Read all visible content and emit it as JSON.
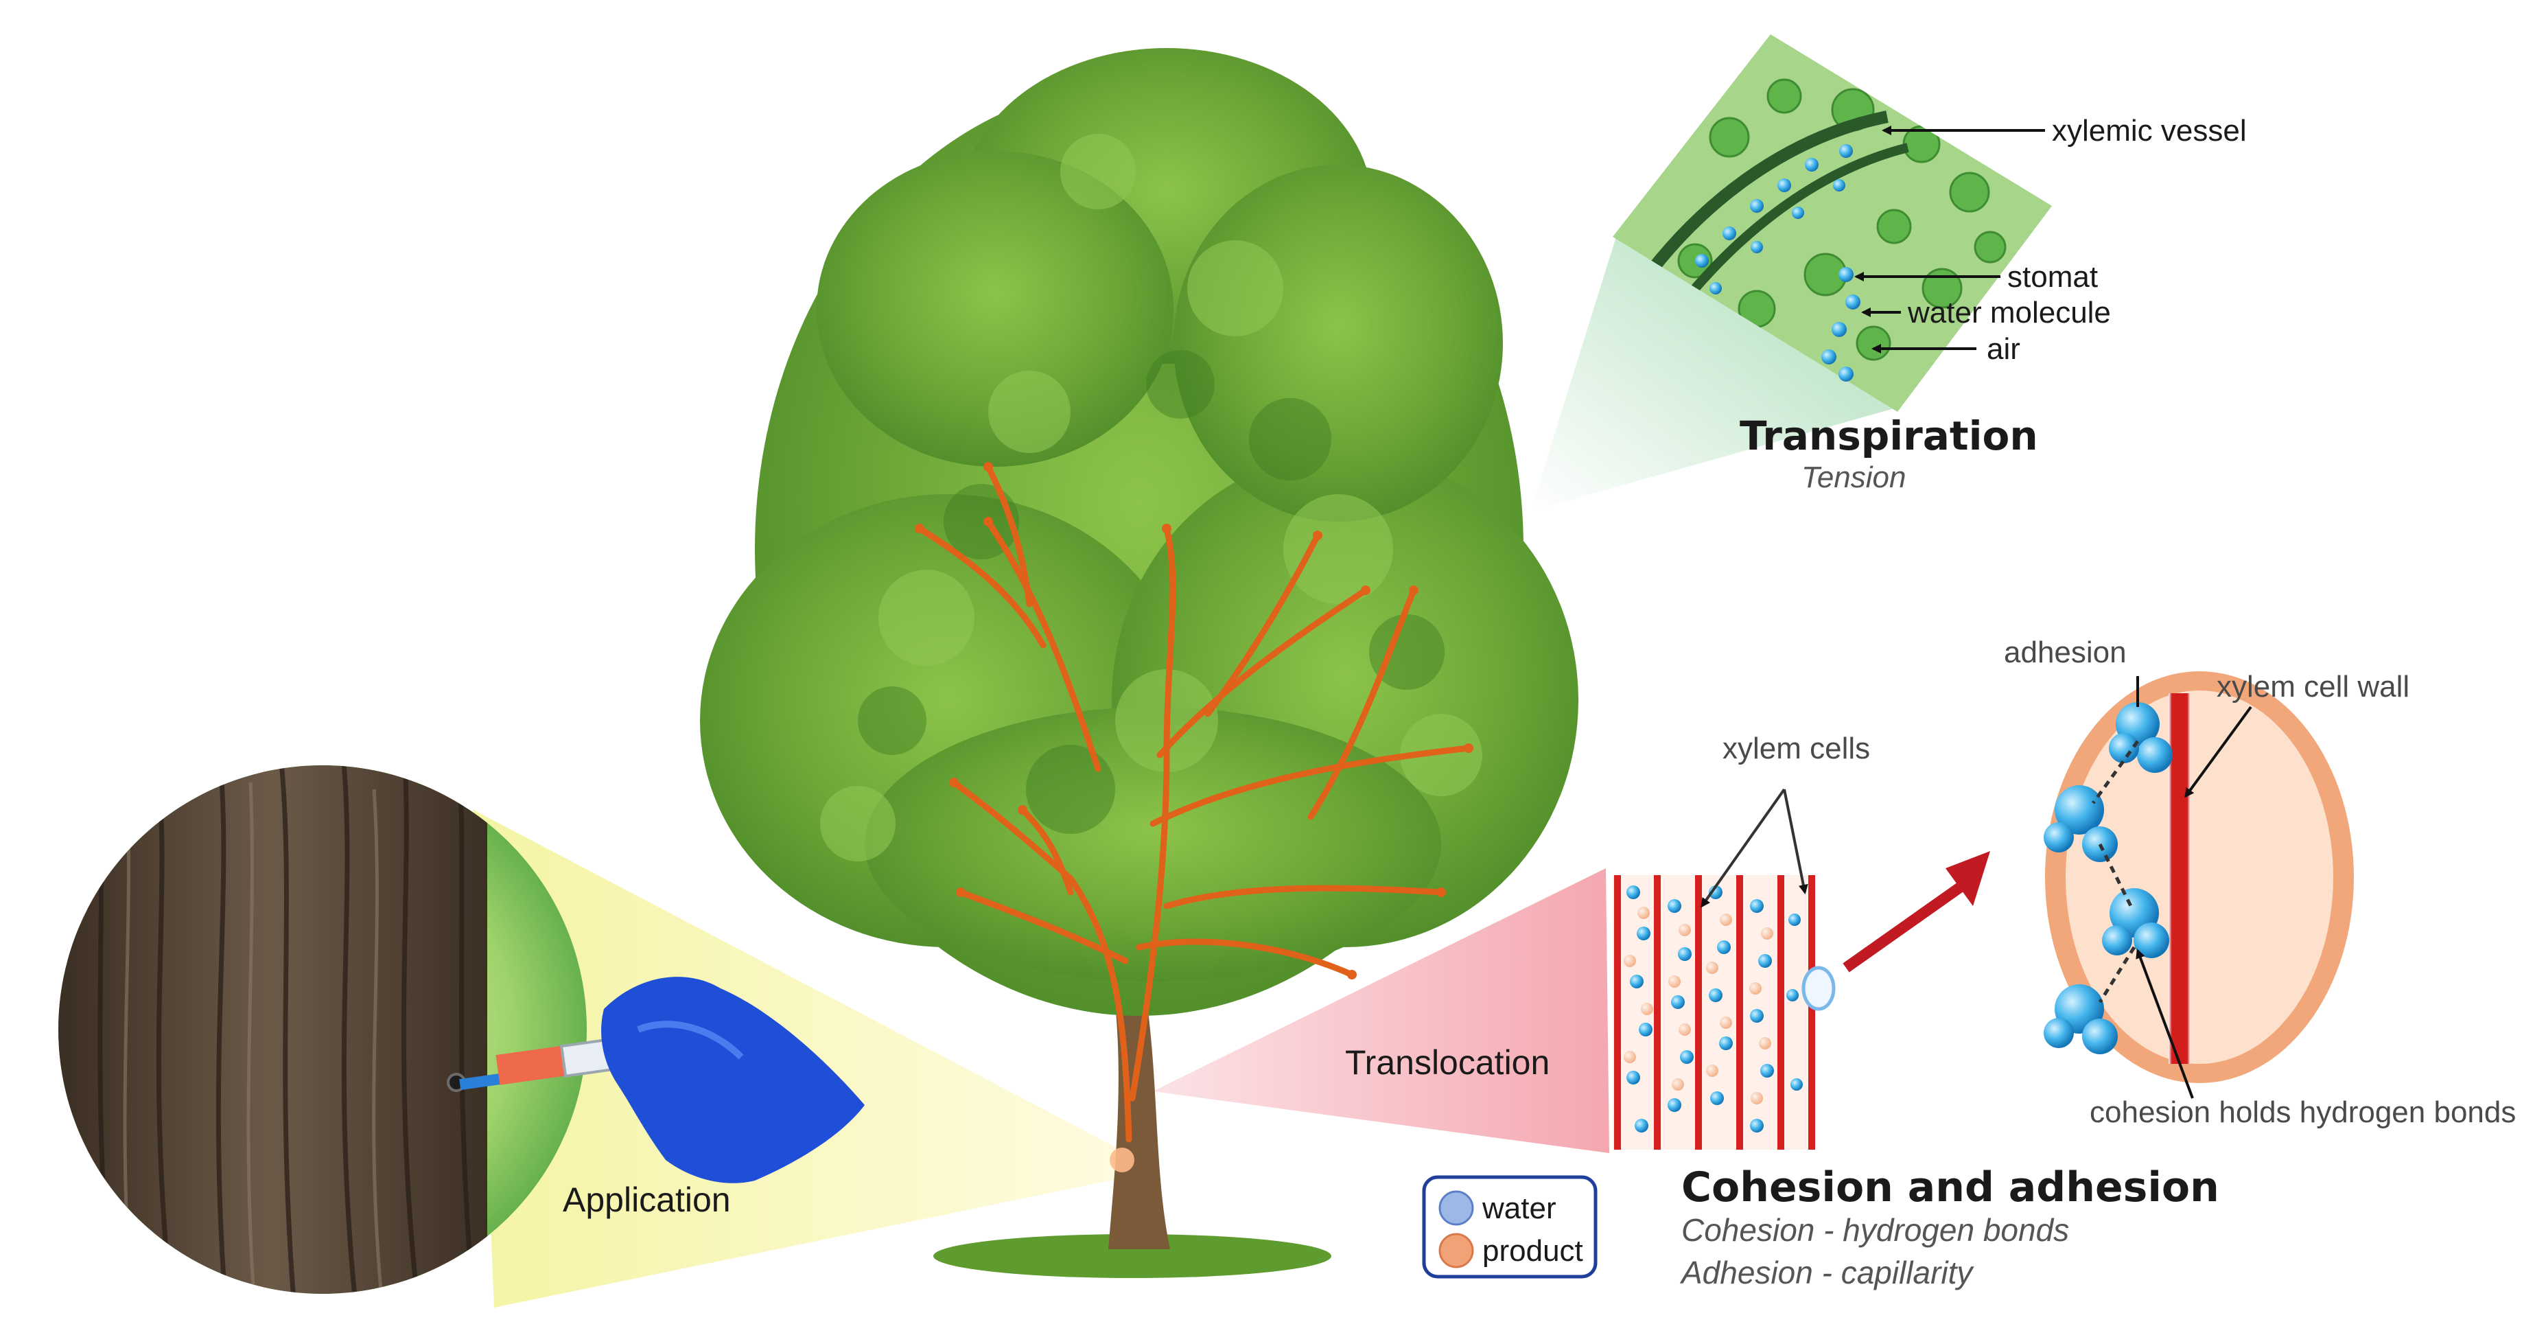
{
  "transpiration": {
    "title": "Transpiration",
    "subtitle": "Tension",
    "labels": {
      "xylemic_vessel": "xylemic vessel",
      "stomat": "stomat",
      "water_molecule": "water molecule",
      "air": "air"
    }
  },
  "translocation": {
    "label": "Translocation"
  },
  "xylem": {
    "cells_label": "xylem cells",
    "adhesion_label": "adhesion",
    "cell_wall_label": "xylem cell wall",
    "cohesion_label": "cohesion holds hydrogen bonds"
  },
  "cohesion_adhesion": {
    "title": "Cohesion and adhesion",
    "line1": "Cohesion - hydrogen bonds",
    "line2": "Adhesion - capillarity"
  },
  "legend": {
    "items": [
      {
        "label": "water",
        "color": "#9db7e6"
      },
      {
        "label": "product",
        "color": "#f2a277"
      }
    ]
  },
  "application": {
    "label": "Application"
  },
  "colors": {
    "foliage": "#6fa83a",
    "arrow_orange": "#e0621a",
    "xylem_red": "#d62020",
    "water_blue": "#3fb2ea"
  }
}
